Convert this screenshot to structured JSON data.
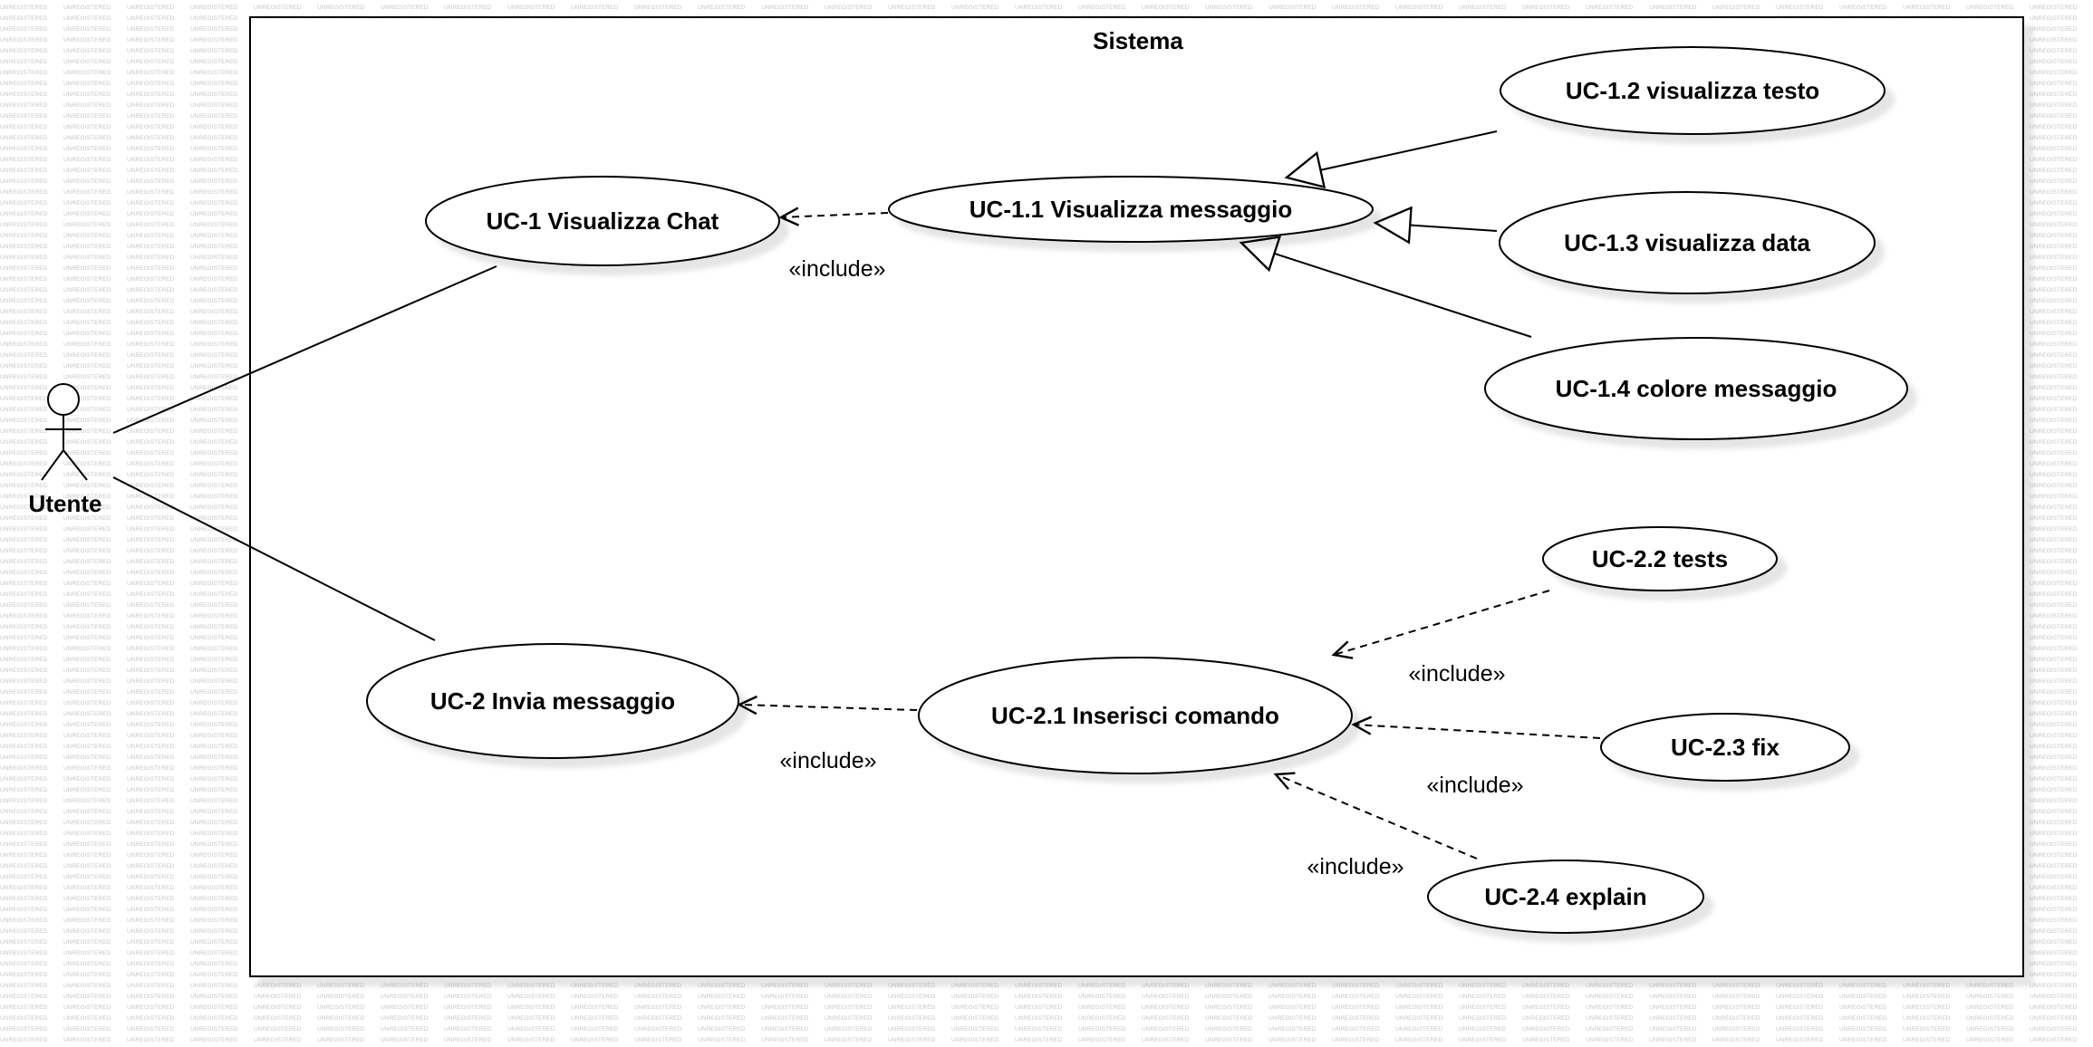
{
  "watermark_text": "UNREGISTERED",
  "system": {
    "title": "Sistema"
  },
  "actor": {
    "name": "Utente"
  },
  "use_cases": {
    "uc1": "UC-1 Visualizza Chat",
    "uc1_1": "UC-1.1 Visualizza messaggio",
    "uc1_2": "UC-1.2 visualizza testo",
    "uc1_3": "UC-1.3 visualizza data",
    "uc1_4": "UC-1.4 colore messaggio",
    "uc2": "UC-2 Invia messaggio",
    "uc2_1": "UC-2.1 Inserisci comando",
    "uc2_2": "UC-2.2 tests",
    "uc2_3": "UC-2.3 fix",
    "uc2_4": "UC-2.4 explain"
  },
  "relations": {
    "include_uc1_uc1_1": "«include»",
    "include_uc2_uc2_1": "«include»",
    "include_uc2_1_uc2_2": "«include»",
    "include_uc2_1_uc2_3": "«include»",
    "include_uc2_1_uc2_4": "«include»"
  }
}
